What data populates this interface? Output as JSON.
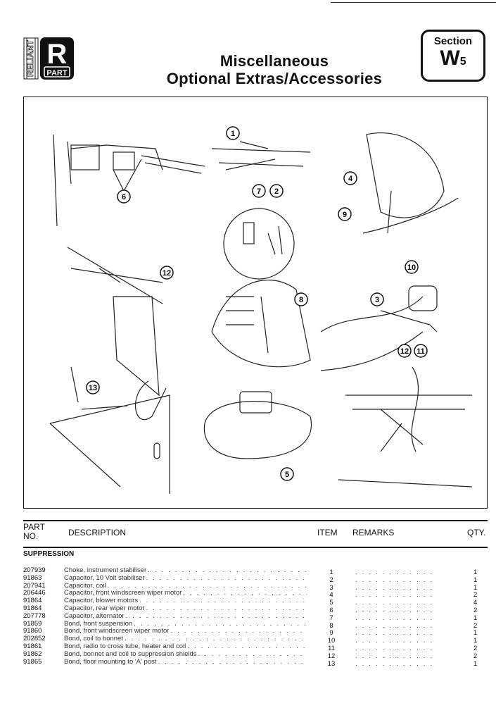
{
  "header": {
    "logo": {
      "brand": "RELIANT",
      "letter": "R",
      "sub": "PART"
    },
    "title_line1": "Miscellaneous",
    "title_line2": "Optional Extras/Accessories",
    "section_label": "Section",
    "section_code": "W",
    "section_sub": "5"
  },
  "diagram": {
    "callouts": [
      "6",
      "1",
      "7",
      "2",
      "4",
      "9",
      "12",
      "8",
      "10",
      "3",
      "12",
      "11",
      "13",
      "5"
    ]
  },
  "table": {
    "headers": {
      "part_no_1": "PART",
      "part_no_2": "NO.",
      "description": "DESCRIPTION",
      "item": "ITEM",
      "remarks": "REMARKS",
      "qty": "QTY."
    },
    "group": "SUPPRESSION",
    "rows": [
      {
        "part": "207939",
        "desc": "Choke, instrument stabiliser",
        "item": "1",
        "qty": "1"
      },
      {
        "part": "91863",
        "desc": "Capacitor, 10 Volt stabiliser",
        "item": "2",
        "qty": "1"
      },
      {
        "part": "207941",
        "desc": "Capacitor, coil",
        "item": "3",
        "qty": "1"
      },
      {
        "part": "206446",
        "desc": "Capacitor, front windscreen wiper motor",
        "item": "4",
        "qty": "2"
      },
      {
        "part": "91864",
        "desc": "Capacitor, blower motors",
        "item": "5",
        "qty": "4"
      },
      {
        "part": "91864",
        "desc": "Capacitor, rear wiper motor",
        "item": "6",
        "qty": "2"
      },
      {
        "part": "207778",
        "desc": "Capacitor, alternator",
        "item": "7",
        "qty": "1"
      },
      {
        "part": "91859",
        "desc": "Bond, front suspension",
        "item": "8",
        "qty": "2"
      },
      {
        "part": "91860",
        "desc": "Bond, front windscreen wiper motor",
        "item": "9",
        "qty": "1"
      },
      {
        "part": "202852",
        "desc": "Bond, coil to bonnet",
        "item": "10",
        "qty": "1"
      },
      {
        "part": "91861",
        "desc": "Bond, radio to cross tube, heater and coil",
        "item": "11",
        "qty": "2"
      },
      {
        "part": "91862",
        "desc": "Bond, bonnet and coil to suppression shields",
        "item": "12",
        "qty": "2"
      },
      {
        "part": "91865",
        "desc": "Bond, floor mounting to 'A' post",
        "item": "13",
        "qty": "1"
      }
    ]
  }
}
